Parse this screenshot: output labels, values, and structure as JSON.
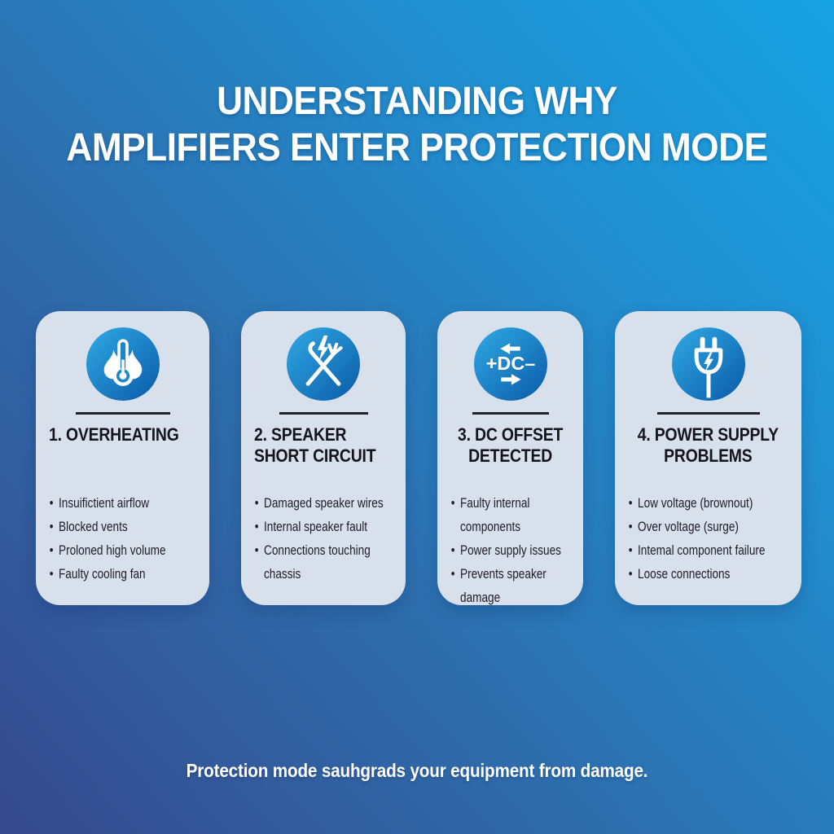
{
  "title": {
    "line1": "UNDERSTANDING WHY",
    "line2": "AMPLIFIERS ENTER PROTECTION MODE"
  },
  "footer": "Protection mode sauhgrads your equipment from damage.",
  "colors": {
    "background_gradient": [
      "#36498d",
      "#2e6dac",
      "#17a3e3"
    ],
    "card_background": "#d8e0ec",
    "icon_circle_gradient": [
      "#30aae4",
      "#0b5aa8"
    ],
    "divider": "#22222b",
    "heading_text": "#14141d",
    "body_text": "#1d1d27",
    "title_text": "#ffffff"
  },
  "cards": [
    {
      "icon": "overheating-thermometer-icon",
      "title_lines": [
        "1. OVERHEATING"
      ],
      "bullets": [
        "Insuifictient airflow",
        "Blocked vents",
        "Proloned high volume",
        "Faulty cooling fan"
      ]
    },
    {
      "icon": "speaker-short-circuit-icon",
      "title_lines": [
        "2. SPEAKER",
        "SHORT CIRCUIT"
      ],
      "bullets": [
        "Damaged speaker wires",
        "Internal speaker fault",
        "Connections touching\nchassis"
      ]
    },
    {
      "icon": "dc-offset-icon",
      "icon_text": "+DC–",
      "title_lines": [
        "3. DC OFFSET",
        "DETECTED"
      ],
      "bullets": [
        "Faulty internal\ncomponents",
        "Power supply issues",
        "Prevents speaker damage"
      ]
    },
    {
      "icon": "power-plug-icon",
      "title_lines": [
        "4. POWER SUPPLY",
        "PROBLEMS"
      ],
      "bullets": [
        "Low voltage (brownout)",
        "Over voltage (surge)",
        "Intemal component failure",
        "Loose connections"
      ]
    }
  ]
}
